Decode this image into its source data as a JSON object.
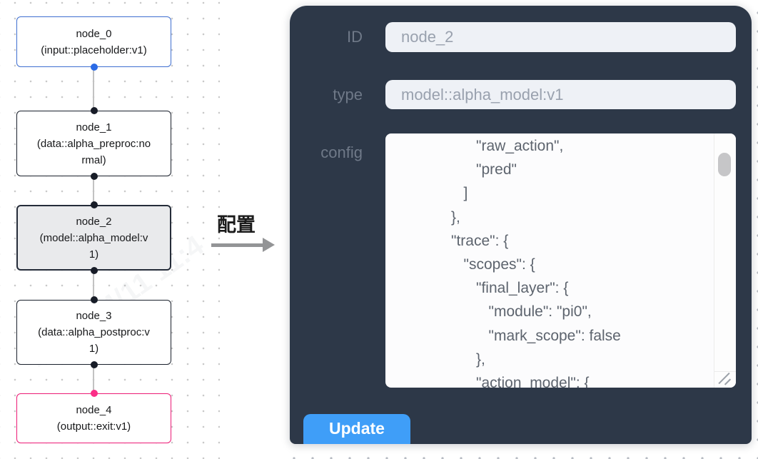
{
  "canvas": {
    "nodes": [
      {
        "title": "node_0",
        "subtitle": "(input::placeholder:v1)",
        "kind": "input"
      },
      {
        "title": "node_1",
        "subtitle": "(data::alpha_preproc:normal)",
        "kind": "default"
      },
      {
        "title": "node_2",
        "subtitle": "(model::alpha_model:v1)",
        "kind": "selected"
      },
      {
        "title": "node_3",
        "subtitle": "(data::alpha_postproc:v1)",
        "kind": "default"
      },
      {
        "title": "node_4",
        "subtitle": "(output::exit:v1)",
        "kind": "output"
      }
    ]
  },
  "arrow": {
    "label": "配置"
  },
  "panel": {
    "fields": [
      {
        "label": "ID",
        "value": "node_2"
      },
      {
        "label": "type",
        "value": "model::alpha_model:v1"
      }
    ],
    "config_label": "config",
    "config_text": "                  \"raw_action\",\n                  \"pred\"\n               ]\n            },\n            \"trace\": {\n               \"scopes\": {\n                  \"final_layer\": {\n                     \"module\": \"pi0\",\n                     \"mark_scope\": false\n                  },\n                  \"action_model\": {",
    "update_label": "Update"
  },
  "watermark": {
    "text": "2025/04/11 11:4"
  },
  "colors": {
    "panel_bg": "#2d3848",
    "accent_blue": "#3f9ef8",
    "node_input_border": "#3e6ed0",
    "node_output_border": "#ec1a76",
    "selected_fill": "#e9eaec"
  }
}
